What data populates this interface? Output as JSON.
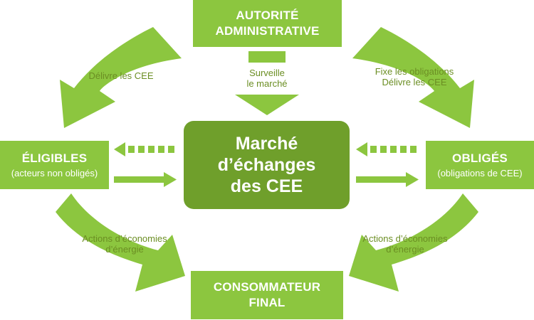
{
  "nodes": {
    "autorite": {
      "line1": "AUTORITÉ",
      "line2": "ADMINISTRATIVE"
    },
    "consommateur": {
      "line1": "CONSOMMATEUR",
      "line2": "FINAL"
    },
    "eligibles": {
      "title": "ÉLIGIBLES",
      "subtitle": "(acteurs non obligés)"
    },
    "obliges": {
      "title": "OBLIGÉS",
      "subtitle": "(obligations de CEE)"
    },
    "marche": {
      "line1": "Marché",
      "line2": "d’échanges",
      "line3": "des CEE"
    }
  },
  "edges": {
    "top_left": {
      "text": "Délivre les CEE"
    },
    "top_center": {
      "line1": "Surveille",
      "line2": "le marché"
    },
    "top_right": {
      "line1": "Fixe les obligations",
      "line2": "Délivre les CEE"
    },
    "bottom_left": {
      "line1": "Actions d’économies",
      "line2": "d’énergie"
    },
    "bottom_right": {
      "line1": "Actions d’économies",
      "line2": "d’énergie"
    }
  },
  "colors": {
    "box": "#8cc63f",
    "center": "#6f9f2b",
    "arrow": "#8cc63f",
    "label_text": "#6b8e23"
  }
}
